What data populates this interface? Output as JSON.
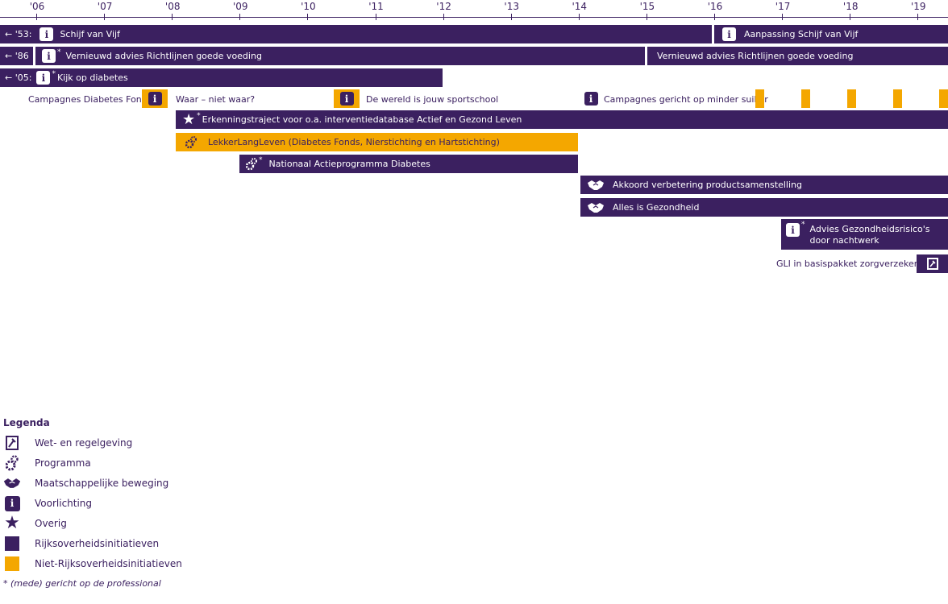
{
  "axis": {
    "years": [
      "'06",
      "'07",
      "'08",
      "'09",
      "'10",
      "'11",
      "'12",
      "'13",
      "'14",
      "'15",
      "'16",
      "'17",
      "'18",
      "'19"
    ]
  },
  "bars": {
    "schijf_prefix": "← '53:",
    "schijf": "Schijf van Vijf",
    "aanpassing": "Aanpassing Schijf van Vijf",
    "richtlijnen_prefix": "← '86",
    "richtlijnen_old": "Vernieuwd advies Richtlijnen goede voeding",
    "richtlijnen_new": "Vernieuwd advies Richtlijnen goede voeding",
    "kijk_prefix": "← '05:",
    "kijk": "Kijk op diabetes",
    "campagnes_df": "Campagnes Diabetes Fonds",
    "waar": "Waar – niet waar?",
    "wereld": "De wereld is jouw sportschool",
    "suiker": "Campagnes gericht op minder suiker",
    "erkenning": "Erkenningstraject voor o.a. interventiedatabase Actief en Gezond Leven",
    "lekker": "LekkerLangLeven (Diabetes Fonds, Nierstichting en Hartstichting)",
    "nationaal": "Nationaal Actieprogramma Diabetes",
    "akkoord": "Akkoord verbetering productsamenstelling",
    "alles": "Alles is Gezondheid",
    "advies_line1": "Advies Gezondheidsrisico's",
    "advies_line2": "door nachtwerk",
    "gli": "GLI in basispakket zorgverzekering"
  },
  "legend": {
    "title": "Legenda",
    "items": [
      {
        "icon": "law-icon",
        "label": "Wet- en regelgeving"
      },
      {
        "icon": "gears-icon",
        "label": "Programma"
      },
      {
        "icon": "handshake-icon",
        "label": "Maatschappelijke beweging"
      },
      {
        "icon": "info-icon",
        "label": "Voorlichting"
      },
      {
        "icon": "star-icon",
        "label": "Overig"
      },
      {
        "icon": "purple-square",
        "label": "Rijksoverheidsinitiatieven"
      },
      {
        "icon": "orange-square",
        "label": "Niet-Rijksoverheidsinitiatieven"
      }
    ],
    "footnote": "* (mede) gericht op de professional"
  },
  "colors": {
    "purple": "#3b2060",
    "orange": "#f4a700"
  }
}
